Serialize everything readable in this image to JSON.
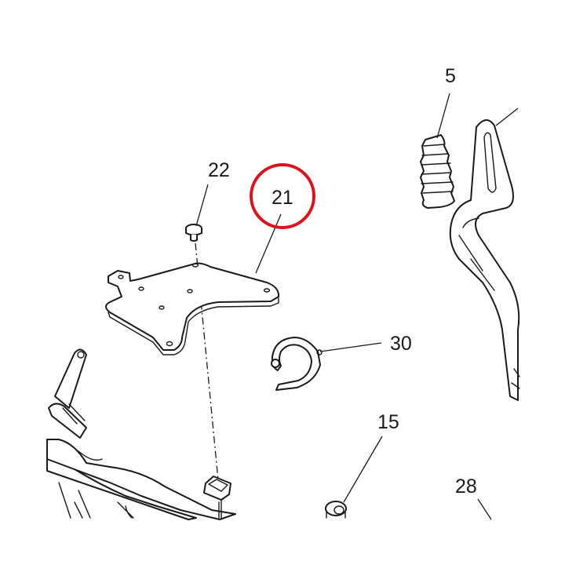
{
  "diagram": {
    "highlight_color": "#d9141e",
    "line_color": "#1a1a1a",
    "callouts": [
      {
        "id": "5",
        "label": "5"
      },
      {
        "id": "22",
        "label": "22"
      },
      {
        "id": "21",
        "label": "21",
        "highlighted": true
      },
      {
        "id": "30",
        "label": "30"
      },
      {
        "id": "15",
        "label": "15"
      },
      {
        "id": "28",
        "label": "28"
      }
    ]
  }
}
